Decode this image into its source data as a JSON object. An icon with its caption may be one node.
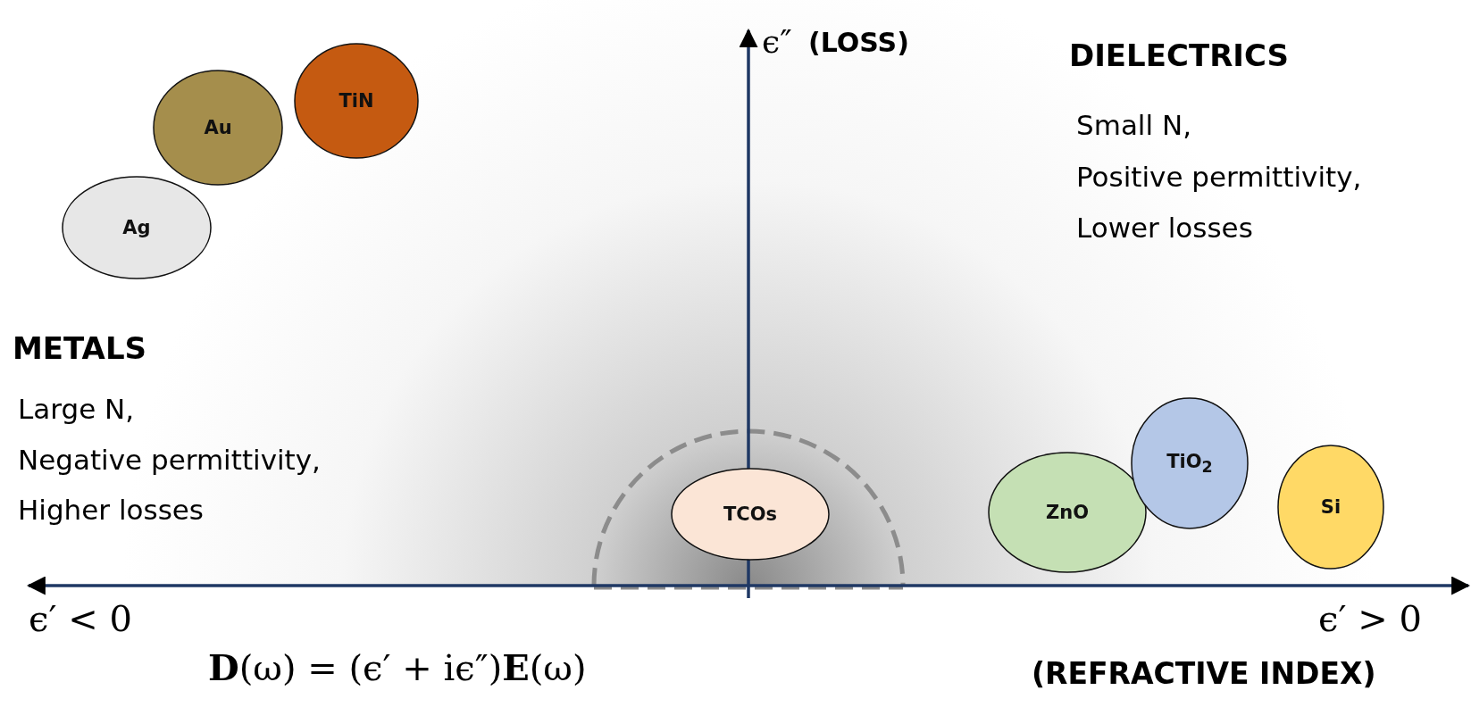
{
  "diagram": {
    "nodes": [
      {
        "text": [
          "Ag"
        ]
      },
      {
        "text": [
          "Au"
        ]
      },
      {
        "text": [
          "TiN"
        ]
      },
      {
        "text": [
          "TCOs"
        ]
      },
      {
        "text": [
          "ZnO"
        ]
      },
      {
        "text": [
          "TiO$_{2}$"
        ]
      },
      {
        "text": [
          "Si"
        ]
      }
    ],
    "labels": [
      "ϵ″",
      "(LOSS)",
      "DIELECTRICS",
      "Small N,",
      "Positive permittivity,",
      "Lower losses",
      "METALS",
      "Large N,",
      "Negative permittivity,",
      "Higher losses",
      "ϵ′ < 0",
      "ϵ′ > 0",
      "**D**(ω) = (ϵ′ + iϵ″)**E**(ω)",
      "(REFRACTIVE INDEX)"
    ]
  }
}
